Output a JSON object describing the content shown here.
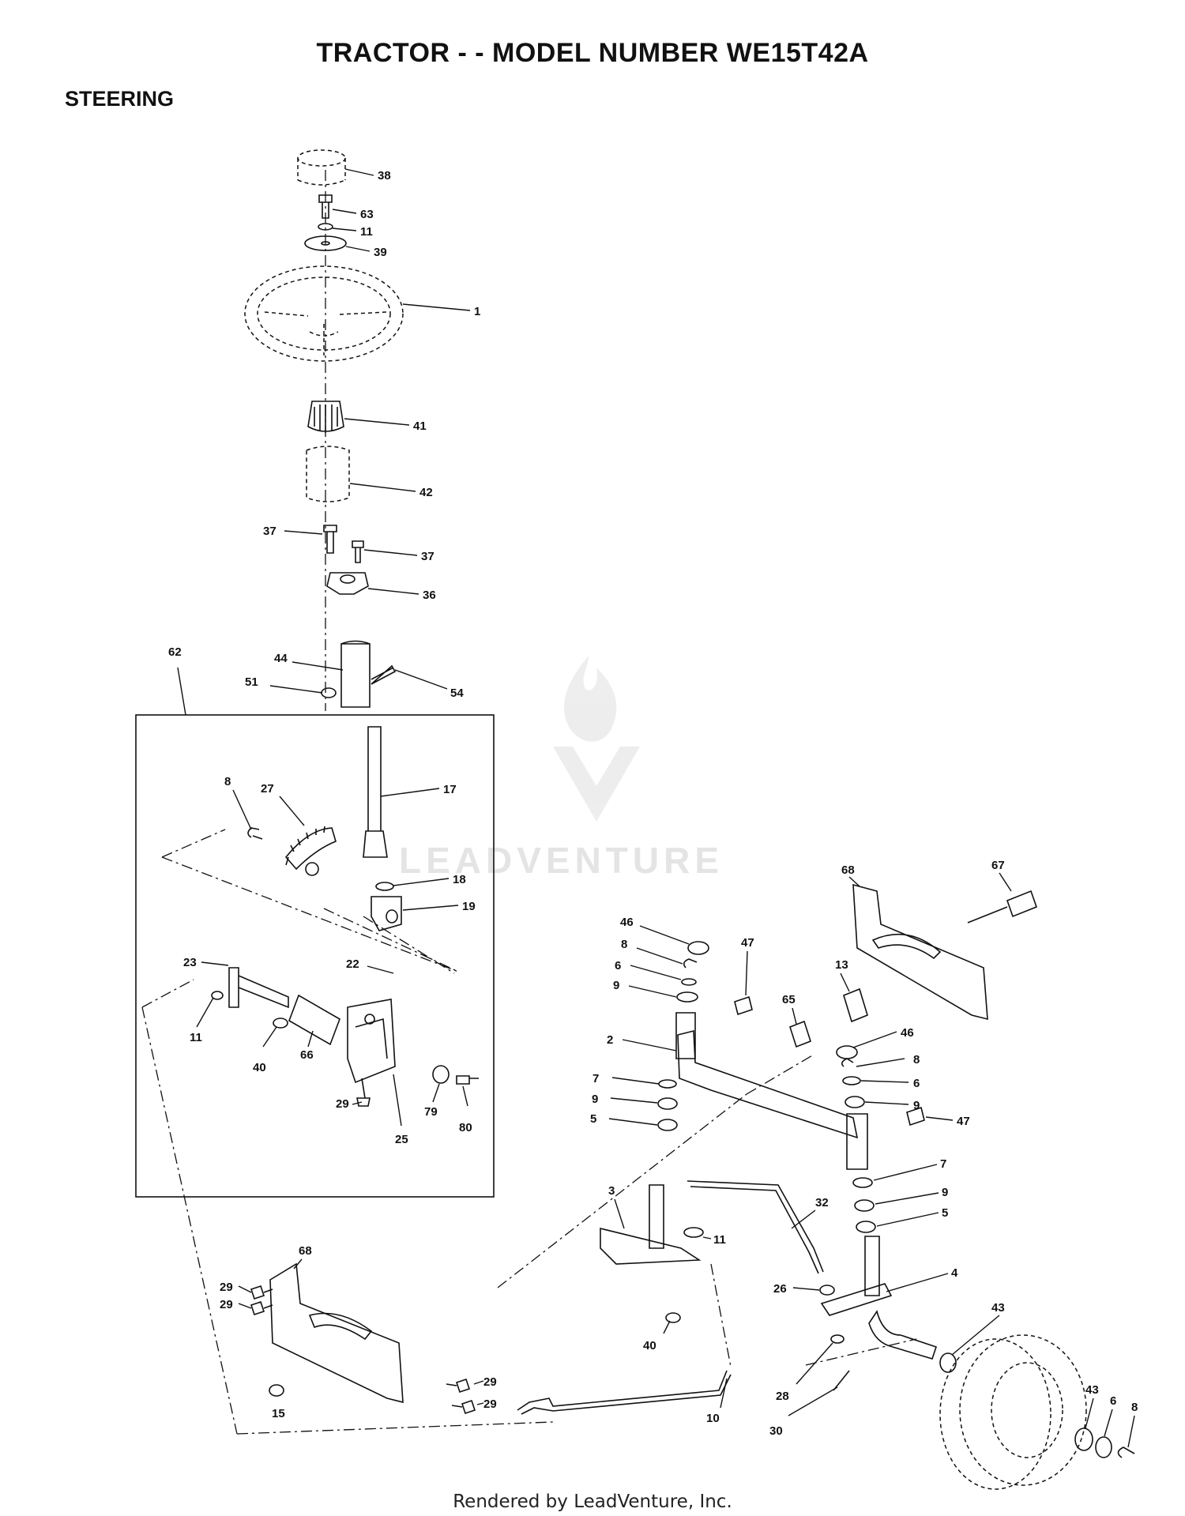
{
  "title": "TRACTOR - - MODEL NUMBER WE15T42A",
  "section": "STEERING",
  "footer": "Rendered by LeadVenture, Inc.",
  "watermark": "LEADVENTURE",
  "part_callouts": [
    "38",
    "63",
    "11",
    "39",
    "1",
    "41",
    "42",
    "37",
    "37",
    "36",
    "62",
    "44",
    "51",
    "54",
    "17",
    "8",
    "27",
    "18",
    "19",
    "22",
    "23",
    "11",
    "40",
    "66",
    "29",
    "25",
    "79",
    "80",
    "68",
    "67",
    "46",
    "47",
    "8",
    "6",
    "9",
    "13",
    "65",
    "2",
    "46",
    "8",
    "6",
    "9",
    "7",
    "9",
    "5",
    "47",
    "7",
    "9",
    "5",
    "3",
    "32",
    "11",
    "26",
    "4",
    "40",
    "43",
    "43",
    "6",
    "8",
    "68",
    "29",
    "29",
    "29",
    "29",
    "15",
    "10",
    "28",
    "30"
  ]
}
